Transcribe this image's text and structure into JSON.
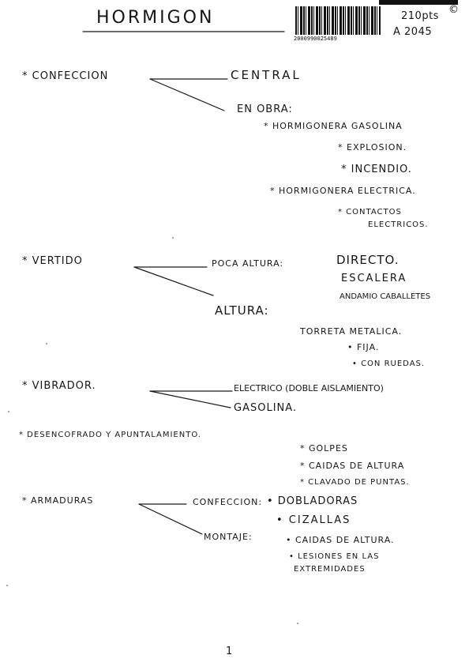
{
  "header": {
    "title": "HORMIGON",
    "barcode_number": "2000990025489",
    "note_price": "210pts",
    "note_ref": "A 2045",
    "mark": "©"
  },
  "confeccion": {
    "label": "* CONFECCION",
    "central": "CENTRAL",
    "en_obra": "EN OBRA:",
    "gasolina": "* HORMIGONERA GASOLINA",
    "explosion": "* EXPLOSION.",
    "incendio": "* INCENDIO.",
    "electrica": "* HORMIGONERA ELECTRICA.",
    "contactos": "* CONTACTOS",
    "electricos": "ELECTRICOS."
  },
  "vertido": {
    "label": "* VERTIDO",
    "poca_altura": "POCA ALTURA:",
    "directo": "DIRECTO.",
    "escalera": "ESCALERA",
    "andamio": "ANDAMIO CABALLETES",
    "altura": "ALTURA:",
    "torreta": "TORRETA METALICA.",
    "fija": "• FIJA.",
    "ruedas": "• CON RUEDAS."
  },
  "vibrador": {
    "label": "* VIBRADOR.",
    "electrico": "ELECTRICO (DOBLE AISLAMIENTO)",
    "gasolina": "GASOLINA."
  },
  "desencofrado": {
    "label": "* DESENCOFRADO Y APUNTALAMIENTO.",
    "golpes": "* GOLPES",
    "caidas": "* CAIDAS DE ALTURA",
    "clavado": "* CLAVADO DE PUNTAS."
  },
  "armaduras": {
    "label": "* ARMADURAS",
    "confeccion": "CONFECCION:",
    "dobladoras": "• DOBLADORAS",
    "cizallas": "• CIZALLAS",
    "montaje": "MONTAJE:",
    "caidas": "• CAIDAS DE ALTURA.",
    "lesiones": "• LESIONES EN LAS",
    "extremidades": "EXTREMIDADES"
  },
  "footer": {
    "page_number": "1"
  }
}
